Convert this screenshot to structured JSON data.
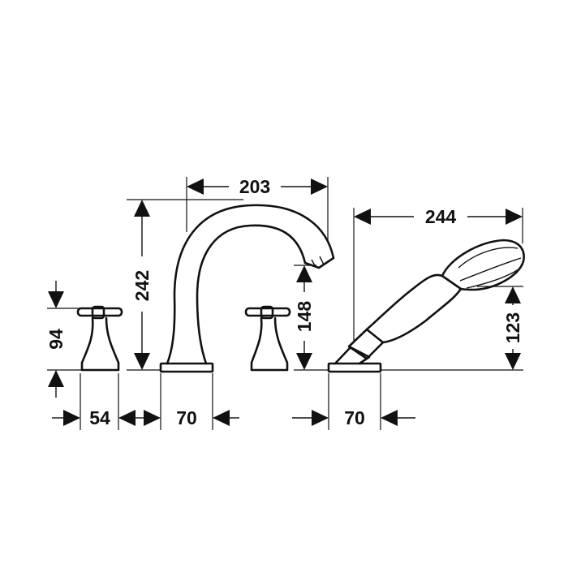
{
  "dimensions": {
    "spout_reach": "203",
    "spout_height": "242",
    "spout_outlet_height": "148",
    "handshower_length": "244",
    "handshower_height": "123",
    "handle_height": "94",
    "handle_base_width": "54",
    "spout_base_width": "70",
    "shower_base_width": "70"
  },
  "colors": {
    "line": "#111111",
    "background": "#ffffff"
  }
}
